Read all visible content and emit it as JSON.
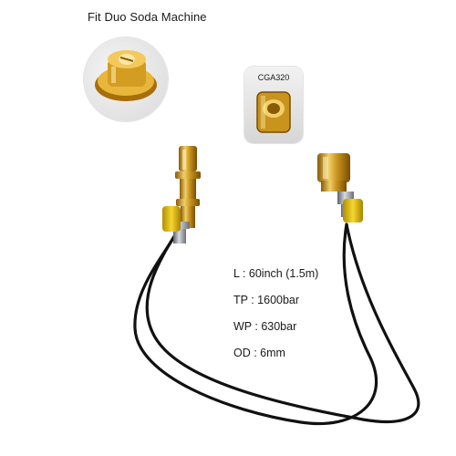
{
  "labels": {
    "fit_title": "Fit Duo Soda Machine",
    "fitting_name": "CGA320"
  },
  "specs": [
    "L : 60inch (1.5m)",
    "TP : 1600bar",
    "WP : 630bar",
    "OD : 6mm"
  ],
  "colors": {
    "brass": "#c8941e",
    "brass_light": "#f1cf6a",
    "hose": "#111111",
    "collar": "#f2cf1e",
    "steel": "#9aa0a6"
  }
}
